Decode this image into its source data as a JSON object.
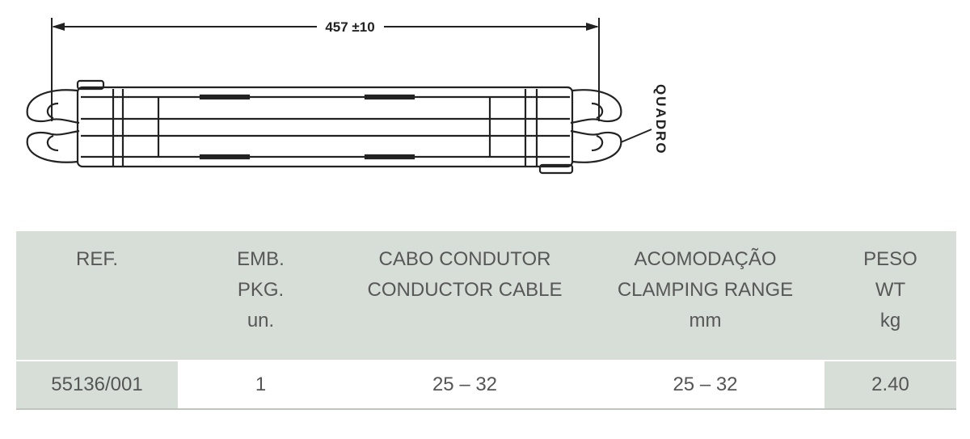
{
  "drawing": {
    "dimension_label": "457 ±10",
    "side_label": "QUADRO"
  },
  "table": {
    "headers": [
      [
        "REF."
      ],
      [
        "EMB.",
        "PKG.",
        "un."
      ],
      [
        "CABO CONDUTOR",
        "CONDUCTOR CABLE"
      ],
      [
        "ACOMODAÇÃO",
        "CLAMPING RANGE",
        "mm"
      ],
      [
        "PESO",
        "WT",
        "kg"
      ]
    ],
    "rows": [
      [
        "55136/001",
        "1",
        "25 – 32",
        "25 – 32",
        "2.40"
      ]
    ]
  }
}
